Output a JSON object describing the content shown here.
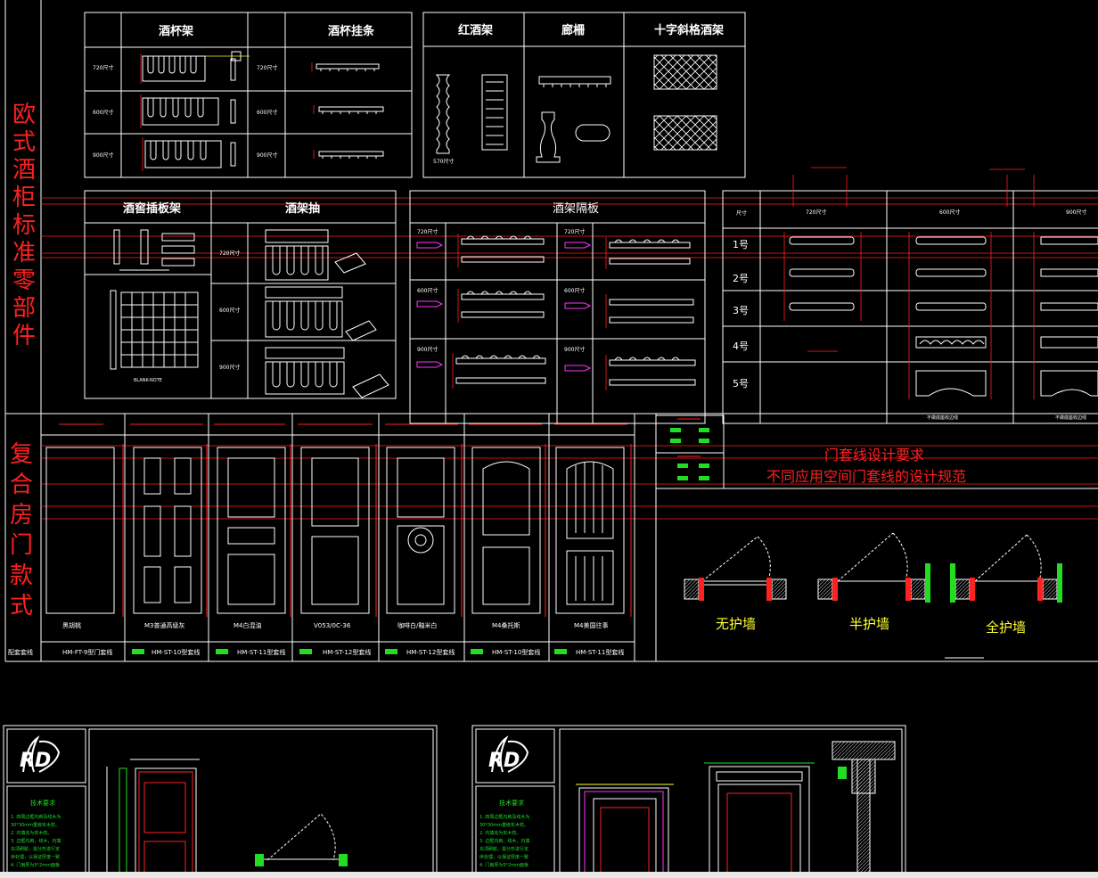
{
  "section_wine": {
    "title_chars": [
      "欧",
      "式",
      "酒",
      "柜",
      "标",
      "准",
      "零",
      "部",
      "件"
    ],
    "cup_rack": {
      "header": "酒杯架",
      "sizes": [
        "720尺寸",
        "600尺寸",
        "900尺寸"
      ]
    },
    "cup_strip": {
      "header": "酒杯挂条",
      "sizes": [
        "720尺寸",
        "600尺寸",
        "900尺寸"
      ]
    },
    "red_wine_rack": {
      "header": "红酒架",
      "size": "570尺寸"
    },
    "railing": {
      "header": "廊柵"
    },
    "cross_lattice": {
      "header": "十字斜格酒架"
    },
    "cellar_rack": {
      "header": "酒窖插板架",
      "caption": "BLANK-NOTE"
    },
    "drawer": {
      "header": "酒架抽",
      "sizes": [
        "720尺寸",
        "600尺寸",
        "900尺寸"
      ]
    },
    "shelf": {
      "header": "酒架隔板",
      "sizes_left": [
        "720尺寸",
        "600尺寸",
        "900尺寸"
      ],
      "sizes_right": [
        "720尺寸",
        "600尺寸",
        "900尺寸"
      ]
    },
    "moulding_table": {
      "header_size": "尺寸",
      "columns": [
        "720尺寸",
        "600尺寸",
        "900尺寸"
      ],
      "rows": [
        "1号",
        "2号",
        "3号",
        "4号",
        "5号"
      ],
      "note": "不做底座收边线"
    }
  },
  "section_door": {
    "title_chars": [
      "复",
      "合",
      "房",
      "门",
      "款",
      "式"
    ],
    "doors": [
      {
        "name": "黑胡桃",
        "trim": "HM-FT-9型门套线"
      },
      {
        "name": "M3普通高级灰",
        "trim": "HM-ST-10型套线"
      },
      {
        "name": "M4白混油",
        "trim": "HM-ST-11型套线"
      },
      {
        "name": "V053/0C-36",
        "trim": "HM-ST-12型套线"
      },
      {
        "name": "咖啡白/釉米白",
        "trim": "HM-ST-12型套线"
      },
      {
        "name": "M4桑托斯",
        "trim": "HM-ST-10型套线"
      },
      {
        "name": "M4美国往事",
        "trim": "HM-ST-11型套线"
      }
    ],
    "trim_row_label": "配套套线",
    "req_title": "门套线设计要求",
    "req_subtitle": "不同应用空间门套线的设计规范",
    "wall_types": [
      "无护墙",
      "半护墙",
      "全护墙"
    ]
  },
  "sheets": [
    {
      "logo": "RD",
      "tech_title": "技术要求",
      "tech_lines": [
        "1. 四周边框内肩及线木为",
        "30*30mm重级实木枋。",
        "2. 内填充为实木枋。",
        "3. 边框内肩，线木，内填",
        "充须刷胶，需分形进行定",
        "序处理，以保证厚度一致",
        "4. 门扇厚为5*2mm面板"
      ]
    },
    {
      "logo": "RD",
      "tech_title": "技术要求",
      "tech_lines": [
        "1. 四周边框内肩及线木为",
        "30*30mm重级实木枋。",
        "2. 内填充为实木枋。",
        "3. 边框内肩，线木，内填",
        "充须刷胶，需分形进行定",
        "序处理，以保证厚度一致",
        "4. 门扇厚为5*2mm面板"
      ]
    }
  ],
  "colors": {
    "bg": "#000000",
    "line": "#ffffff",
    "accent": "#ff2020",
    "green": "#22dd22",
    "yellow": "#ffff33",
    "magenta": "#ff33ff"
  }
}
